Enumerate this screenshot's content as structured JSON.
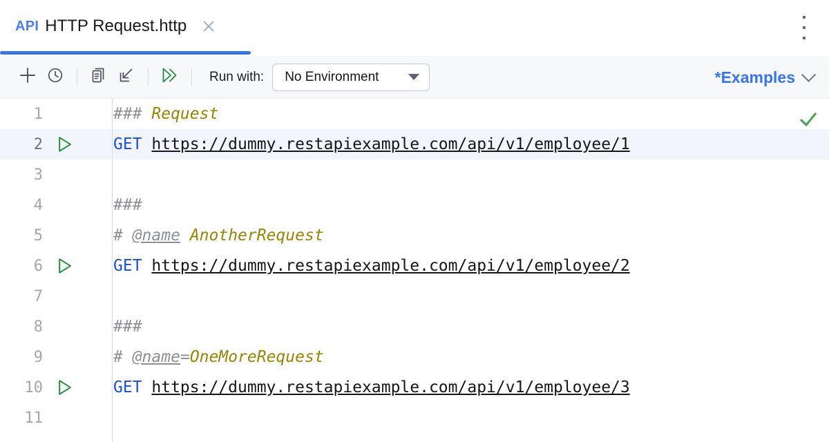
{
  "window": {
    "tab": {
      "file_type_badge": "API",
      "title": "HTTP Request.http",
      "close_icon": "close-icon",
      "active": true
    },
    "overflow_menu_icon": "more-vertical-icon"
  },
  "toolbar": {
    "buttons": [
      {
        "name": "add-request-button",
        "icon": "plus-icon"
      },
      {
        "name": "history-button",
        "icon": "clock-icon"
      },
      {
        "name": "open-log-button",
        "icon": "documents-icon"
      },
      {
        "name": "convert-import-button",
        "icon": "import-arrow-icon"
      },
      {
        "name": "run-all-button",
        "icon": "double-chevron-right-icon"
      }
    ],
    "run_with_label": "Run with:",
    "environment": {
      "selected": "No Environment",
      "caret_icon": "caret-down-icon"
    },
    "examples": {
      "label": "*Examples",
      "chevron_icon": "chevron-down-icon"
    }
  },
  "editor": {
    "inspection_status_icon": "checkmark-ok-icon",
    "current_line": 2,
    "lines": [
      {
        "number": "1",
        "runnable": false,
        "tokens": [
          {
            "text": "### ",
            "type": "comment"
          },
          {
            "text": "Request",
            "type": "name"
          }
        ]
      },
      {
        "number": "2",
        "runnable": true,
        "tokens": [
          {
            "text": "GET ",
            "type": "method"
          },
          {
            "text": "https://dummy.restapiexample.com/api/v1/employee/1",
            "type": "url"
          }
        ]
      },
      {
        "number": "3",
        "runnable": false,
        "tokens": []
      },
      {
        "number": "4",
        "runnable": false,
        "tokens": [
          {
            "text": "###",
            "type": "comment"
          }
        ]
      },
      {
        "number": "5",
        "runnable": false,
        "tokens": [
          {
            "text": "# ",
            "type": "comment"
          },
          {
            "text": "@name",
            "type": "comment-underline"
          },
          {
            "text": " ",
            "type": "comment"
          },
          {
            "text": "AnotherRequest",
            "type": "name"
          }
        ]
      },
      {
        "number": "6",
        "runnable": true,
        "tokens": [
          {
            "text": "GET ",
            "type": "method"
          },
          {
            "text": "https://dummy.restapiexample.com/api/v1/employee/2",
            "type": "url"
          }
        ]
      },
      {
        "number": "7",
        "runnable": false,
        "tokens": []
      },
      {
        "number": "8",
        "runnable": false,
        "tokens": [
          {
            "text": "###",
            "type": "comment"
          }
        ]
      },
      {
        "number": "9",
        "runnable": false,
        "tokens": [
          {
            "text": "# ",
            "type": "comment"
          },
          {
            "text": "@name",
            "type": "comment-underline"
          },
          {
            "text": "=",
            "type": "comment"
          },
          {
            "text": "OneMoreRequest",
            "type": "name"
          }
        ]
      },
      {
        "number": "10",
        "runnable": true,
        "tokens": [
          {
            "text": "GET ",
            "type": "method"
          },
          {
            "text": "https://dummy.restapiexample.com/api/v1/employee/3",
            "type": "url"
          }
        ]
      },
      {
        "number": "11",
        "runnable": false,
        "tokens": []
      }
    ]
  },
  "colors": {
    "accent_blue": "#3574f0",
    "method_blue": "#1750e0",
    "name_olive": "#9a8400",
    "comment_gray": "#8c8f96",
    "run_green": "#208a3c",
    "current_line_bg": "#f2f5fb"
  }
}
